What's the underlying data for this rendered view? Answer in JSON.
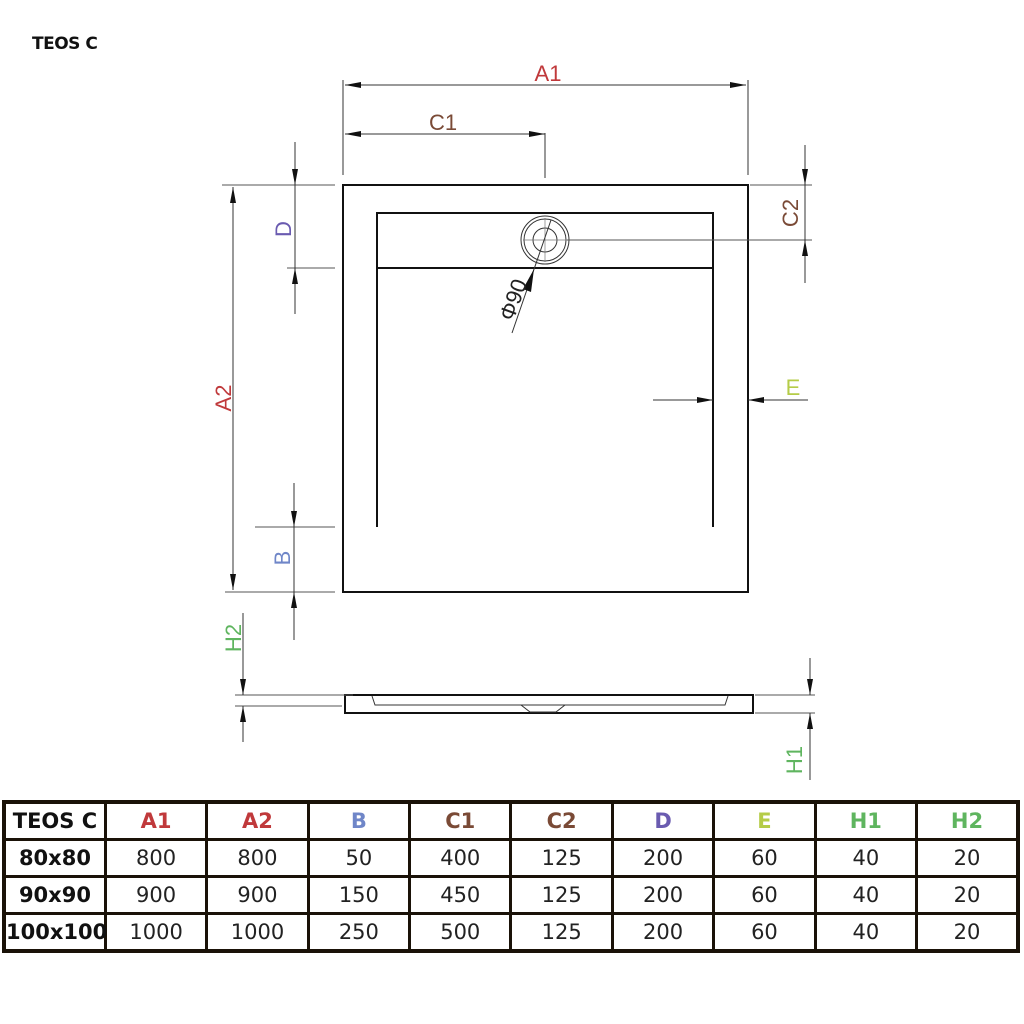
{
  "title": "TEOS C",
  "colors": {
    "A1": "#c0393b",
    "A2": "#c0393b",
    "B": "#6f86c8",
    "C1": "#7a4a36",
    "C2": "#7a4a36",
    "D": "#6a5bb0",
    "E": "#b5cc48",
    "H1": "#5fb55f",
    "H2": "#5fb55f",
    "line": "#111111"
  },
  "drawing": {
    "labels": {
      "A1": "A1",
      "A2": "A2",
      "B": "B",
      "C1": "C1",
      "C2": "C2",
      "D": "D",
      "E": "E",
      "H1": "H1",
      "H2": "H2",
      "drain_diameter": "Φ90"
    }
  },
  "table": {
    "headers": [
      {
        "key": "model",
        "label": "TEOS C"
      },
      {
        "key": "A1",
        "label": "A1"
      },
      {
        "key": "A2",
        "label": "A2"
      },
      {
        "key": "B",
        "label": "B"
      },
      {
        "key": "C1",
        "label": "C1"
      },
      {
        "key": "C2",
        "label": "C2"
      },
      {
        "key": "D",
        "label": "D"
      },
      {
        "key": "E",
        "label": "E"
      },
      {
        "key": "H1",
        "label": "H1"
      },
      {
        "key": "H2",
        "label": "H2"
      }
    ],
    "rows": [
      {
        "size": "80x80",
        "values": [
          "800",
          "800",
          "50",
          "400",
          "125",
          "200",
          "60",
          "40",
          "20"
        ]
      },
      {
        "size": "90x90",
        "values": [
          "900",
          "900",
          "150",
          "450",
          "125",
          "200",
          "60",
          "40",
          "20"
        ]
      },
      {
        "size": "100x100",
        "values": [
          "1000",
          "1000",
          "250",
          "500",
          "125",
          "200",
          "60",
          "40",
          "20"
        ]
      }
    ]
  }
}
